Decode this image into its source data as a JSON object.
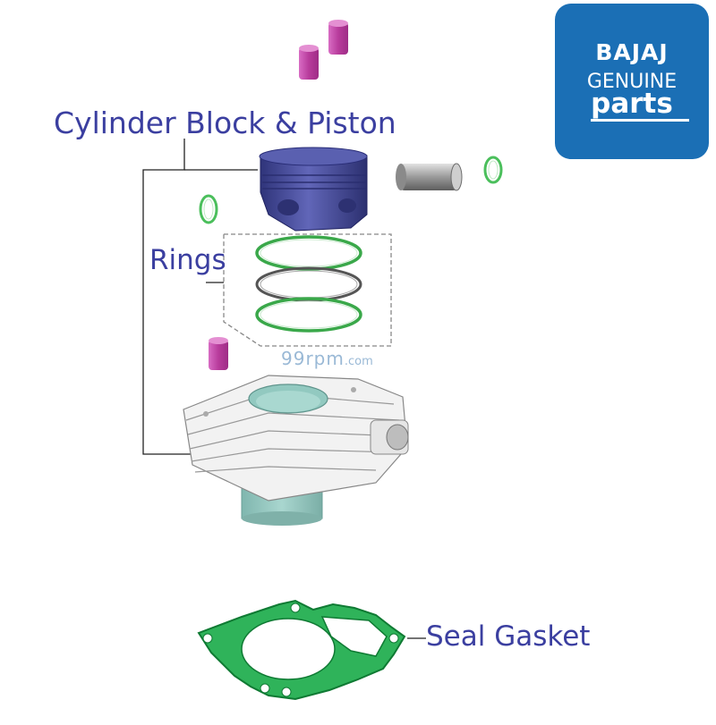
{
  "labels": {
    "cylinder": "Cylinder Block & Piston",
    "rings": "Rings",
    "seal": "Seal Gasket"
  },
  "watermark": {
    "main": "99rpm",
    "suffix": ".com"
  },
  "logo": {
    "brand": "BAJAJ",
    "line1": "GENUINE",
    "line2": "parts"
  },
  "colors": {
    "label": "#3b3fa0",
    "logo_bg": "#1b6fb5",
    "pin": "#c04aa8",
    "piston": "#4a4f9c",
    "ring_green": "#3aa84a",
    "gasket": "#2fb35a",
    "cylinder_bore": "#8fc7bf"
  },
  "icons": [
    "piston-pin-icon",
    "piston-icon",
    "ring-icon",
    "cylinder-block-icon",
    "gasket-icon"
  ]
}
